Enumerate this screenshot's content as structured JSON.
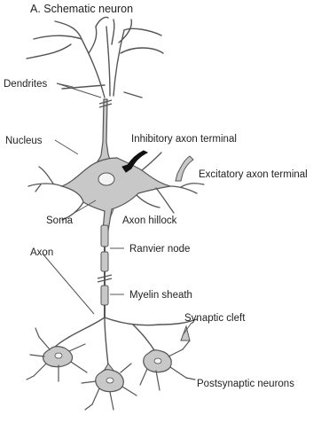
{
  "title": "A. Schematic neuron",
  "labels": {
    "dendrites": "Dendrites",
    "nucleus": "Nucleus",
    "inhibitory": "Inhibitory axon terminal",
    "excitatory": "Excitatory axon terminal",
    "soma": "Soma",
    "axon_hillock": "Axon hillock",
    "axon": "Axon",
    "ranvier": "Ranvier node",
    "myelin": "Myelin sheath",
    "synaptic_cleft": "Synaptic cleft",
    "postsynaptic": "Postsynaptic neurons"
  },
  "colors": {
    "cell_fill": "#c8c8c8",
    "outline": "#555555",
    "terminal": "#111111",
    "text": "#222222"
  }
}
